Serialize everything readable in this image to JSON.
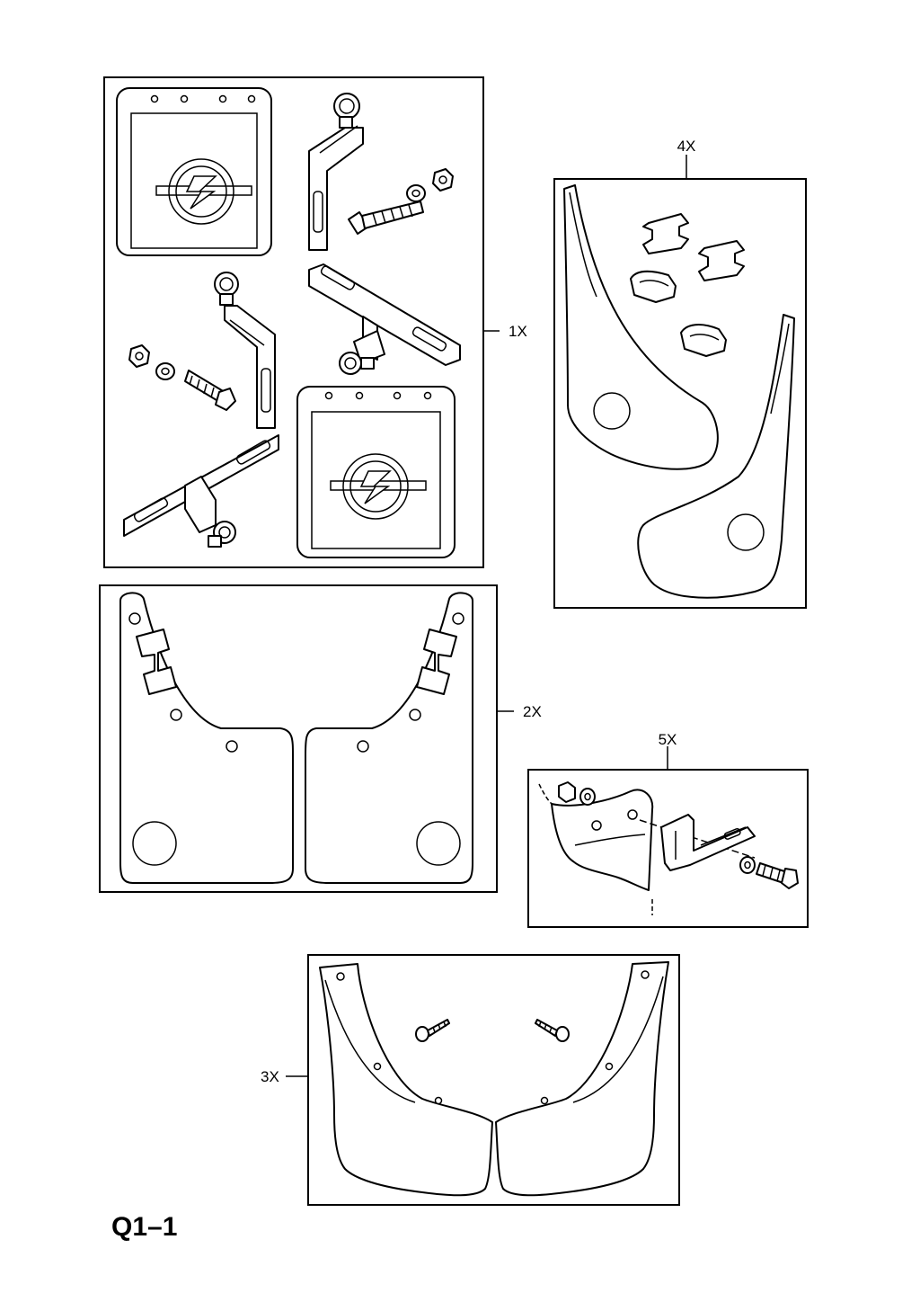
{
  "figure_code": "Q1–1",
  "panels": [
    {
      "id": "1",
      "label": "1X"
    },
    {
      "id": "2",
      "label": "2X"
    },
    {
      "id": "3",
      "label": "3X"
    },
    {
      "id": "4",
      "label": "4X"
    },
    {
      "id": "5",
      "label": "5X"
    }
  ],
  "icons": [
    "mudflap-with-logo",
    "bracket",
    "bolt",
    "nut",
    "washer",
    "clip",
    "screw"
  ]
}
